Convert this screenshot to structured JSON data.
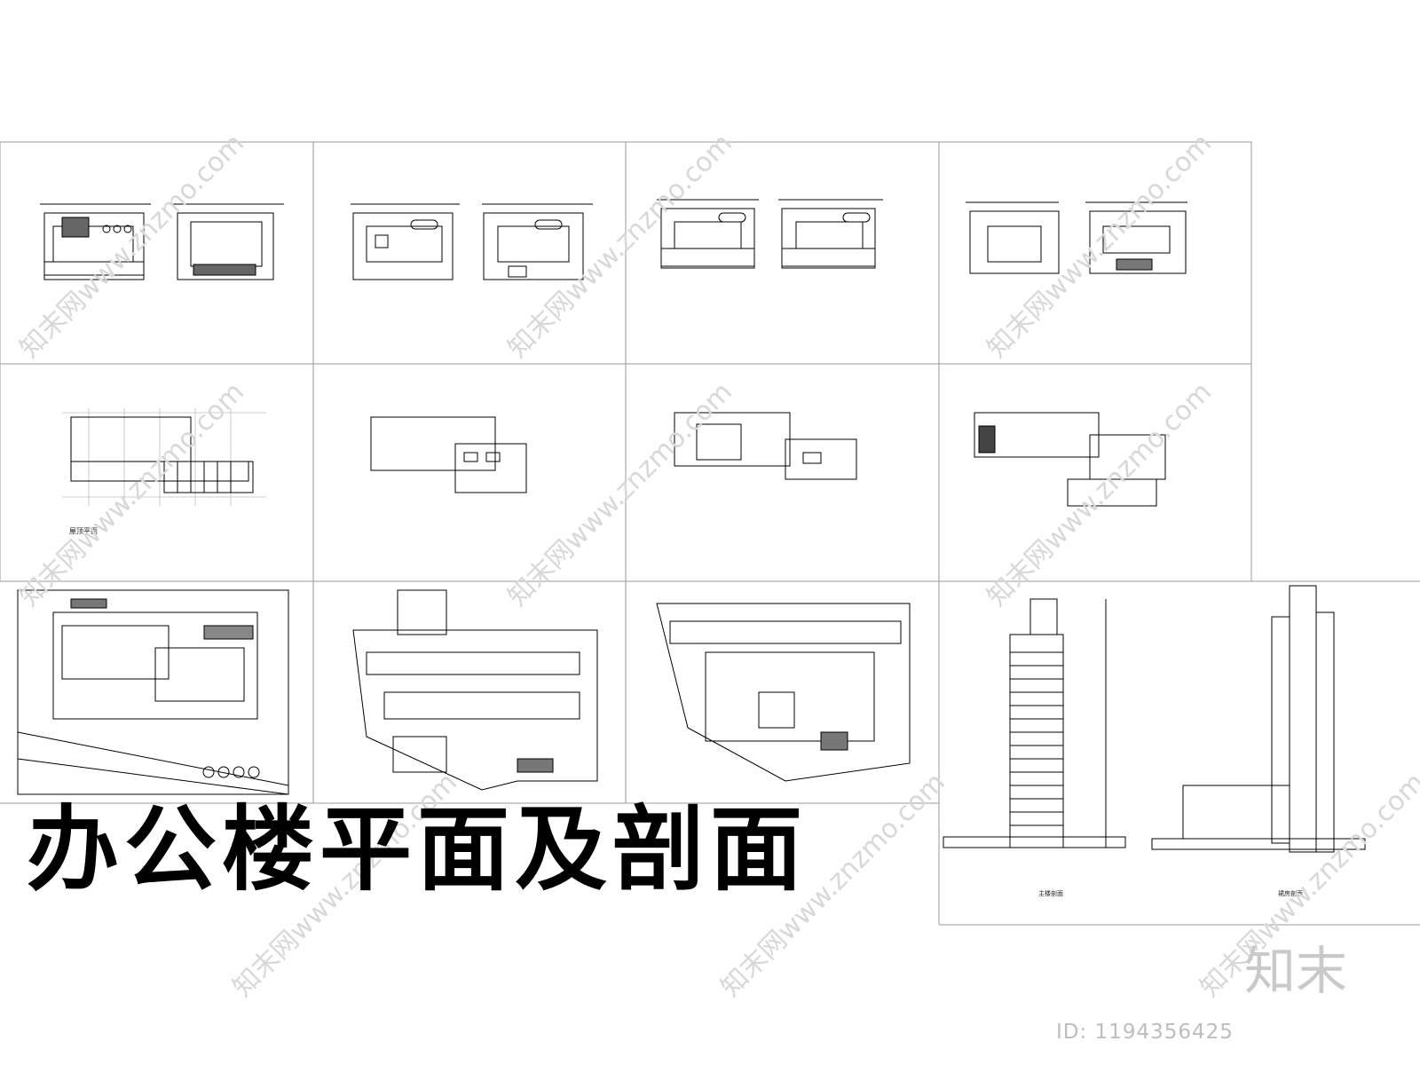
{
  "sheet": {
    "title": "办公楼平面及剖面",
    "brand": "知末",
    "image_id": "ID: 1194356425",
    "watermark_text": "知末网www.znzmo.com"
  },
  "panels": {
    "roof_plan_label": "屋顶平面",
    "main_section_label": "主楼剖面",
    "podium_section_label": "裙房剖面"
  },
  "colors": {
    "line": "#000000",
    "frame": "#9a9a9a",
    "grid": "#bfbfbf",
    "hatch": "#555555",
    "watermark": "#d8d8d8"
  }
}
